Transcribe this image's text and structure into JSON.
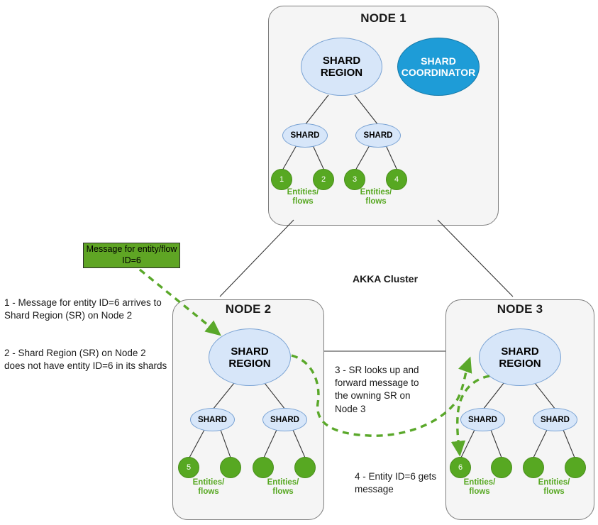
{
  "diagram": {
    "cluster_label": "AKKA Cluster",
    "nodes": [
      {
        "title": "NODE 1",
        "region_label": "SHARD REGION",
        "coordinator_label": "SHARD\nCOORDINATOR",
        "shards": [
          "SHARD",
          "SHARD"
        ],
        "entities": [
          "1",
          "2",
          "3",
          "4"
        ],
        "entity_group_labels": [
          "Entities/\nflows",
          "Entities/\nflows"
        ]
      },
      {
        "title": "NODE 2",
        "region_label": "SHARD REGION",
        "shards": [
          "SHARD",
          "SHARD"
        ],
        "entities": [
          "5",
          "",
          "",
          ""
        ],
        "entity_group_labels": [
          "Entities/\nflows",
          "Entities/\nflows"
        ]
      },
      {
        "title": "NODE 3",
        "region_label": "SHARD REGION",
        "shards": [
          "SHARD",
          "SHARD"
        ],
        "entities": [
          "6",
          "",
          "",
          ""
        ],
        "entity_group_labels": [
          "Entities/\nflows",
          "Entities/\nflows"
        ]
      }
    ],
    "message_box": "Message for entity/flow\nID=6",
    "notes": [
      "1 - Message for entity ID=6 arrives to\nShard Region (SR) on Node 2",
      "2 - Shard Region (SR) on Node 2\ndoes not have entity ID=6 in its shards",
      "3 - SR looks up and\nforward message to\nthe owning SR on\nNode 3",
      "4 - Entity ID=6 gets\nmessage"
    ]
  },
  "colors": {
    "node_fill": "#f5f5f5",
    "node_stroke": "#7d7d7d",
    "region_fill": "#d7e6f9",
    "region_stroke": "#7aa3d4",
    "coordinator_fill": "#1e9cd7",
    "entity_fill": "#57a822",
    "flow_green": "#5aa82a",
    "message_fill": "#5fa524",
    "link_stroke": "#333333"
  }
}
